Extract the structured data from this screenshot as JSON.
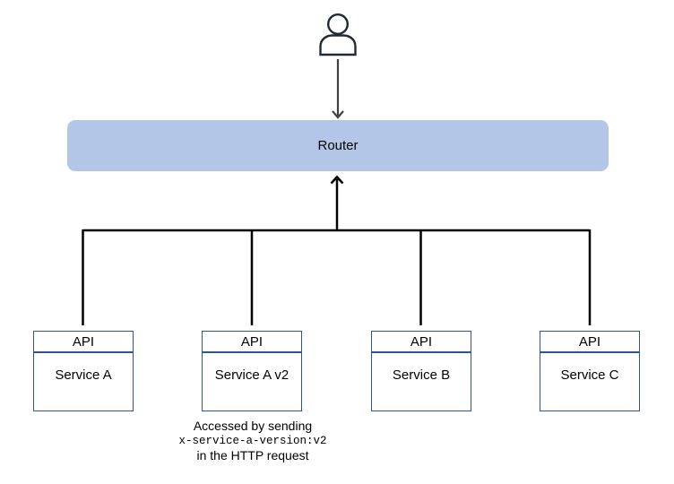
{
  "diagram": {
    "type": "architecture-routing-diagram",
    "user": {
      "icon": "person-icon"
    },
    "router": {
      "label": "Router"
    },
    "services": [
      {
        "header": "API",
        "name": "Service A"
      },
      {
        "header": "API",
        "name": "Service A v2"
      },
      {
        "header": "API",
        "name": "Service B"
      },
      {
        "header": "API",
        "name": "Service C"
      }
    ],
    "note": {
      "line1": "Accessed by sending",
      "line2": "x-service-a-version:v2",
      "line3": "in the HTTP request",
      "attached_to": "Service A v2"
    },
    "connections": [
      {
        "from": "user",
        "to": "router",
        "arrow": "down"
      },
      {
        "from": "services",
        "to": "router",
        "arrow": "up"
      }
    ],
    "colors": {
      "router_fill": "#B4C6E7",
      "service_box_border": "#2F5496",
      "person_icon_stroke": "#222A35",
      "user_arrow": "#404040",
      "connector_lines": "#000000",
      "text": "#000000",
      "background": "#FFFFFF"
    }
  }
}
